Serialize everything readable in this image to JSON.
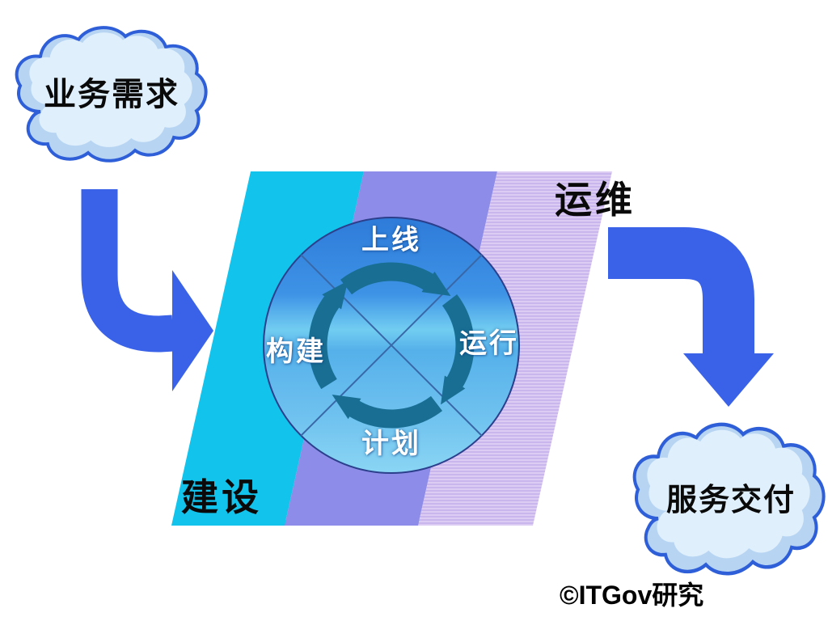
{
  "diagram": {
    "input_cloud": {
      "label": "业务需求"
    },
    "output_cloud": {
      "label": "服务交付"
    },
    "phase_build": {
      "label": "建设"
    },
    "phase_ops": {
      "label": "运维"
    },
    "cycle": {
      "top": "上线",
      "right": "运行",
      "bottom": "计划",
      "left": "构建"
    },
    "copyright": "©ITGov研究",
    "colors": {
      "cloud_fill": "#b7d5f2",
      "cloud_highlight": "#e0effc",
      "cloud_border": "#2f5fd8",
      "flow_arrow": "#3a62e8",
      "band_build": "#12c3ec",
      "band_middle": "#8d8ce8",
      "band_ops_stripe_light": "#dcccf4",
      "band_ops_stripe_dark": "#c8b6ec",
      "cycle_arrow": "#186f93",
      "divider_line": "#3968a8",
      "circle_border": "#2b3f8c",
      "circle_gradient_top": "#2e7bd9",
      "circle_gradient_bottom": "#8ad5f4"
    }
  }
}
